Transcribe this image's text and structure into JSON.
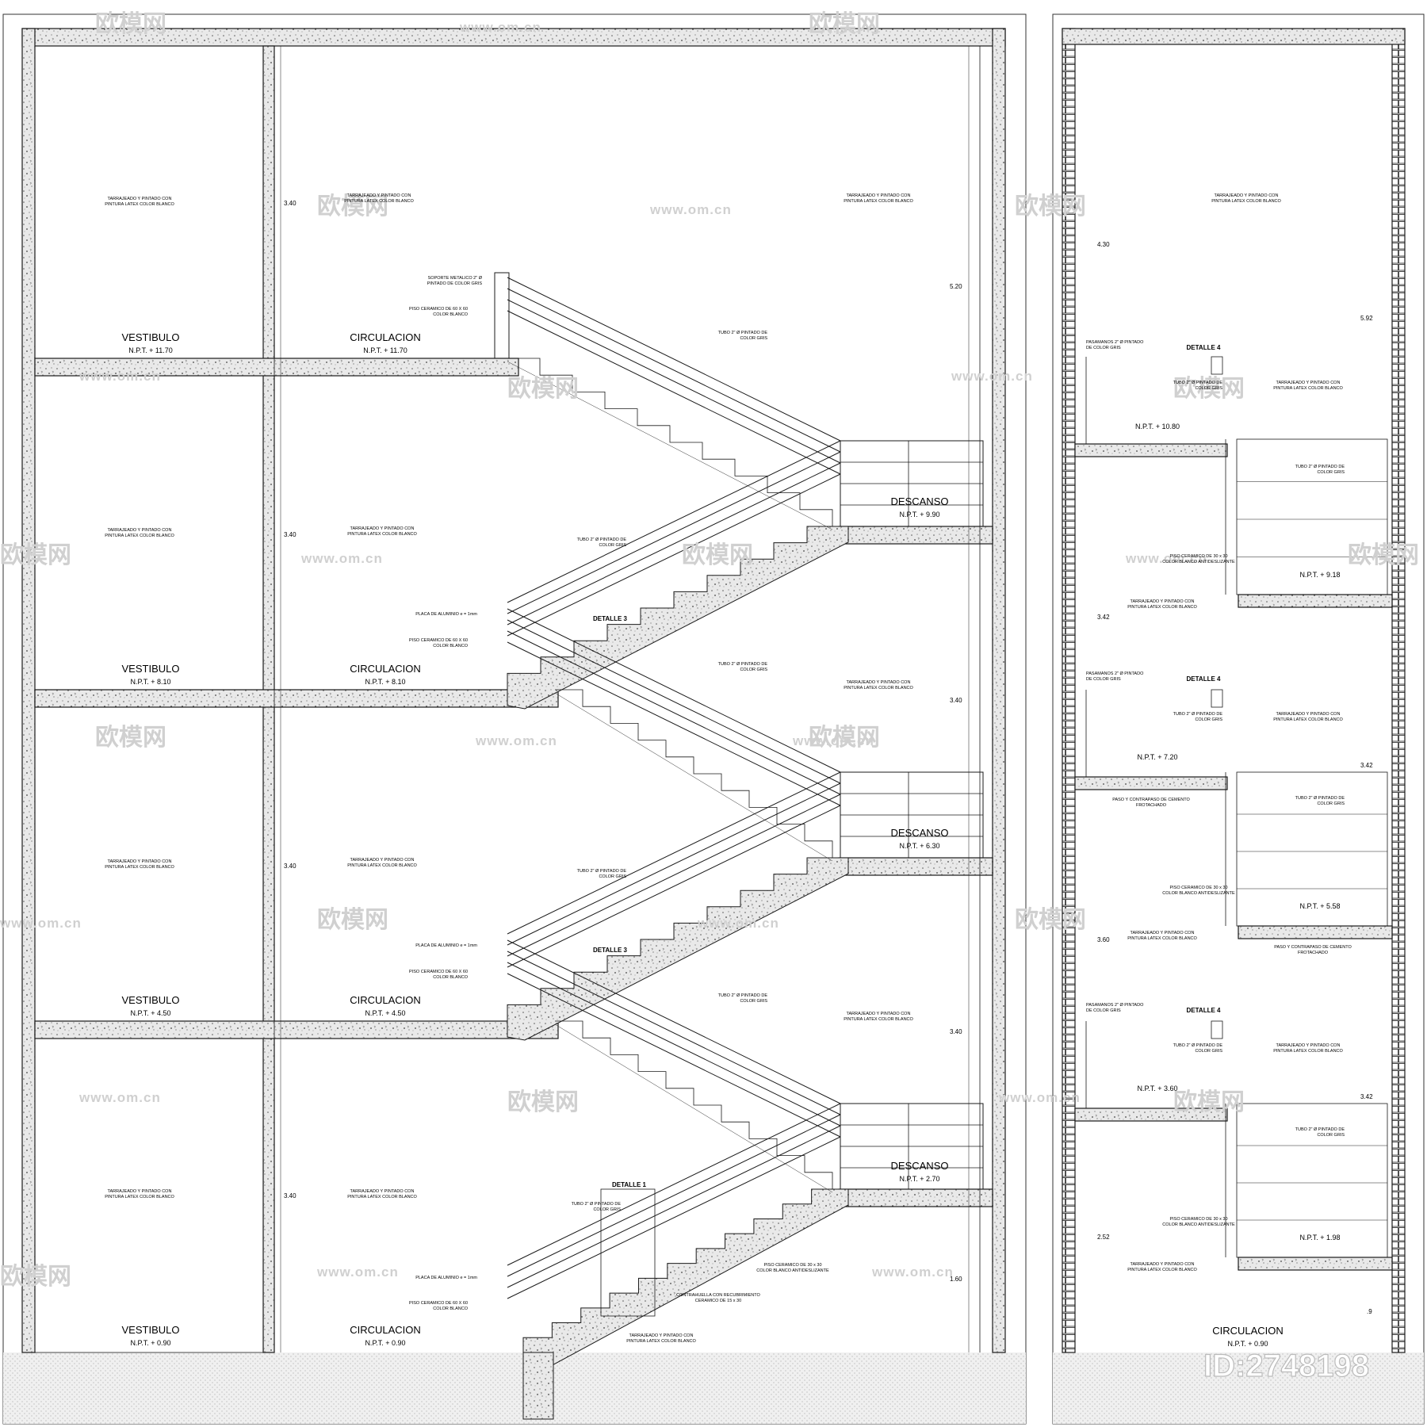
{
  "left_section": {
    "levels": [
      {
        "room": "VESTIBULO",
        "level": "N.P.T. + 11.70",
        "corridor": "CIRCULACION",
        "corridor_level": "N.P.T. + 11.70"
      },
      {
        "room": "VESTIBULO",
        "level": "N.P.T. + 8.10",
        "corridor": "CIRCULACION",
        "corridor_level": "N.P.T. + 8.10"
      },
      {
        "room": "VESTIBULO",
        "level": "N.P.T. + 4.50",
        "corridor": "CIRCULACION",
        "corridor_level": "N.P.T. + 4.50"
      },
      {
        "room": "VESTIBULO",
        "level": "N.P.T. + 0.90",
        "corridor": "CIRCULACION",
        "corridor_level": "N.P.T. + 0.90"
      }
    ],
    "landings": [
      {
        "label": "DESCANSO",
        "level": "N.P.T. + 9.90"
      },
      {
        "label": "DESCANSO",
        "level": "N.P.T. + 6.30"
      },
      {
        "label": "DESCANSO",
        "level": "N.P.T. + 2.70"
      }
    ],
    "heights_left": [
      "3.40",
      "3.40",
      "3.40",
      "3.40"
    ],
    "heights_right": [
      "5.20",
      "3.40",
      "3.40",
      "1.60"
    ],
    "details": [
      "DETALLE 3",
      "DETALLE 3",
      "DETALLE 1"
    ],
    "notes": {
      "tarrajeo_1": "TARRAJEADO Y PINTADO CON",
      "tarrajeo_2": "PINTURA LATEX COLOR BLANCO",
      "soporte_1": "SOPORTE METALICO 2\" Ø",
      "soporte_2": "PINTADO DE COLOR GRIS",
      "piso60_1": "PISO CERAMICO DE 60 X 60",
      "piso60_2": "COLOR BLANCO",
      "tubo_1": "TUBO 2\" Ø PINTADO DE",
      "tubo_2": "COLOR GRIS",
      "placa": "PLACA DE ALUMINIO e = 1mm",
      "piso30_1": "PISO CERAMICO DE 30 x 30",
      "piso30_2": "COLOR BLANCO ANTIDESLIZANTE",
      "contra_1": "CONTRAHUELLA CON RECUBRIMIENTO",
      "contra_2": "CERAMICO DE 15 x 30"
    }
  },
  "right_section": {
    "levels": [
      "N.P.T. + 10.80",
      "N.P.T. + 9.18",
      "N.P.T. + 7.20",
      "N.P.T. + 5.58",
      "N.P.T. + 3.60",
      "N.P.T. + 1.98"
    ],
    "bottom": {
      "room": "CIRCULACION",
      "level": "N.P.T. + 0.90"
    },
    "heights_left": [
      "4.30",
      "3.42",
      "3.60",
      "2.52"
    ],
    "heights_right": [
      "5.92",
      "3.42",
      "3.42",
      ".9"
    ],
    "detail": "DETALLE 4",
    "notes": {
      "pasamanos_1": "PASAMANOS 2\" Ø PINTADO",
      "pasamanos_2": "DE COLOR GRIS",
      "paso_1": "PASO Y CONTRAPASO DE CEMENTO",
      "paso_2": "FROTACHADO"
    }
  },
  "watermark": {
    "brand": "欧模网",
    "url": "www.om.cn",
    "id": "ID:2748198"
  },
  "colors": {
    "line": "#1a1a1a",
    "concrete": "#e6e6e6",
    "watermark": "#d0d0d0"
  }
}
